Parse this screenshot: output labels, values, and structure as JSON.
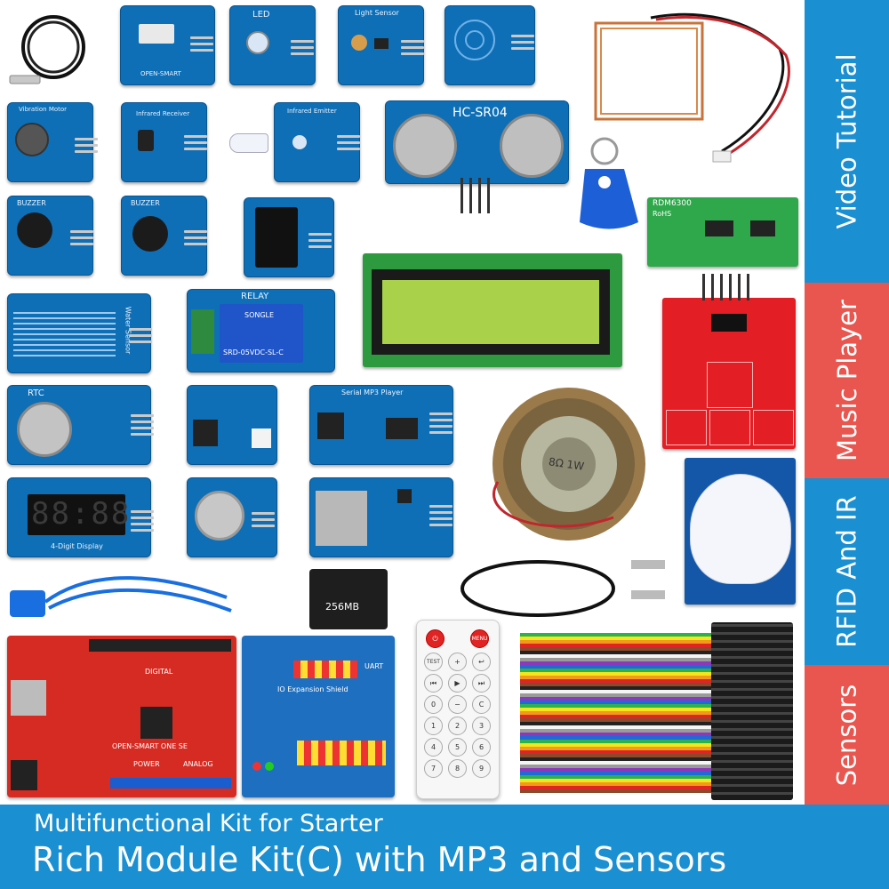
{
  "side_banner": {
    "segments": [
      {
        "text": "Video Tutorial",
        "color": "#1a8fd1"
      },
      {
        "text": "Music Player",
        "color": "#e8564f"
      },
      {
        "text": "RFID And IR",
        "color": "#1a8fd1"
      },
      {
        "text": "Sensors",
        "color": "#e8564f"
      }
    ]
  },
  "bottom_banner": {
    "subtitle": "Multifunctional Kit for Starter",
    "title": "Rich Module Kit(C) with MP3 and Sensors",
    "color": "#1a8fd1"
  },
  "modules": {
    "led": "LED",
    "light_sensor": "Light Sensor",
    "vibration_motor": "Vibration Motor",
    "infrared_receiver": "Infrared Receiver",
    "infrared_emitter": "Infrared Emitter",
    "ultrasonic": "HC-SR04",
    "buzzer_1": "BUZZER",
    "buzzer_2": "BUZZER",
    "rfid_reader": "RDM6300",
    "rfid_rohs": "RoHS",
    "water_sensor": "Water Sensor",
    "relay": "RELAY",
    "relay_brand": "SONGLE",
    "relay_model": "SRD-05VDC-SL-C",
    "rtc": "RTC",
    "serial_mp3": "Serial MP3 Player",
    "display_digits": "88:88",
    "display_label": "4-Digit Display",
    "speaker_label": "8Ω 1W",
    "sd_card": "256MB",
    "board_label": "OPEN-SMART ONE SE",
    "board_digital": "DIGITAL",
    "board_power": "POWER",
    "board_analog": "ANALOG",
    "shield_label": "IO Expansion Shield",
    "shield_uart": "UART",
    "open_smart": "OPEN-SMART"
  },
  "remote": {
    "keys": [
      "TEST",
      "+",
      "↩",
      "⏮",
      "▶",
      "⏭",
      "0",
      "−",
      "C",
      "1",
      "2",
      "3",
      "4",
      "5",
      "6",
      "7",
      "8",
      "9"
    ],
    "menu": "MENU"
  }
}
